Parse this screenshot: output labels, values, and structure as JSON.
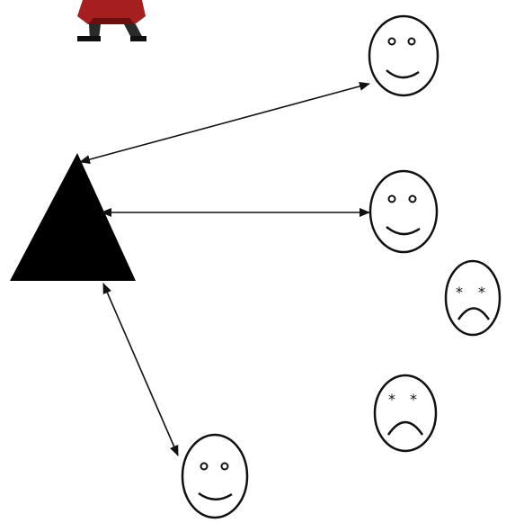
{
  "diagram": {
    "colors": {
      "background": "#ffffff",
      "ink": "#111111",
      "triangle": "#000000",
      "dress": "#a51f1f",
      "dress_shadow": "#6c0e0e",
      "legs": "#2a2a2a"
    },
    "nodes": [
      {
        "id": "hub",
        "shape": "triangle"
      },
      {
        "id": "face-top",
        "shape": "face",
        "mood": "happy"
      },
      {
        "id": "face-middle",
        "shape": "face",
        "mood": "happy"
      },
      {
        "id": "face-sad-right",
        "shape": "face",
        "mood": "sad"
      },
      {
        "id": "face-sad-lower",
        "shape": "face",
        "mood": "sad"
      },
      {
        "id": "face-bottom",
        "shape": "face",
        "mood": "happy"
      }
    ],
    "connections": [
      {
        "from": "hub",
        "to": "face-top",
        "arrowheads": "both"
      },
      {
        "from": "hub",
        "to": "face-middle",
        "arrowheads": "both"
      },
      {
        "from": "hub",
        "to": "face-bottom",
        "arrowheads": "both"
      }
    ],
    "icons": [
      "figure-clipart-icon"
    ]
  }
}
